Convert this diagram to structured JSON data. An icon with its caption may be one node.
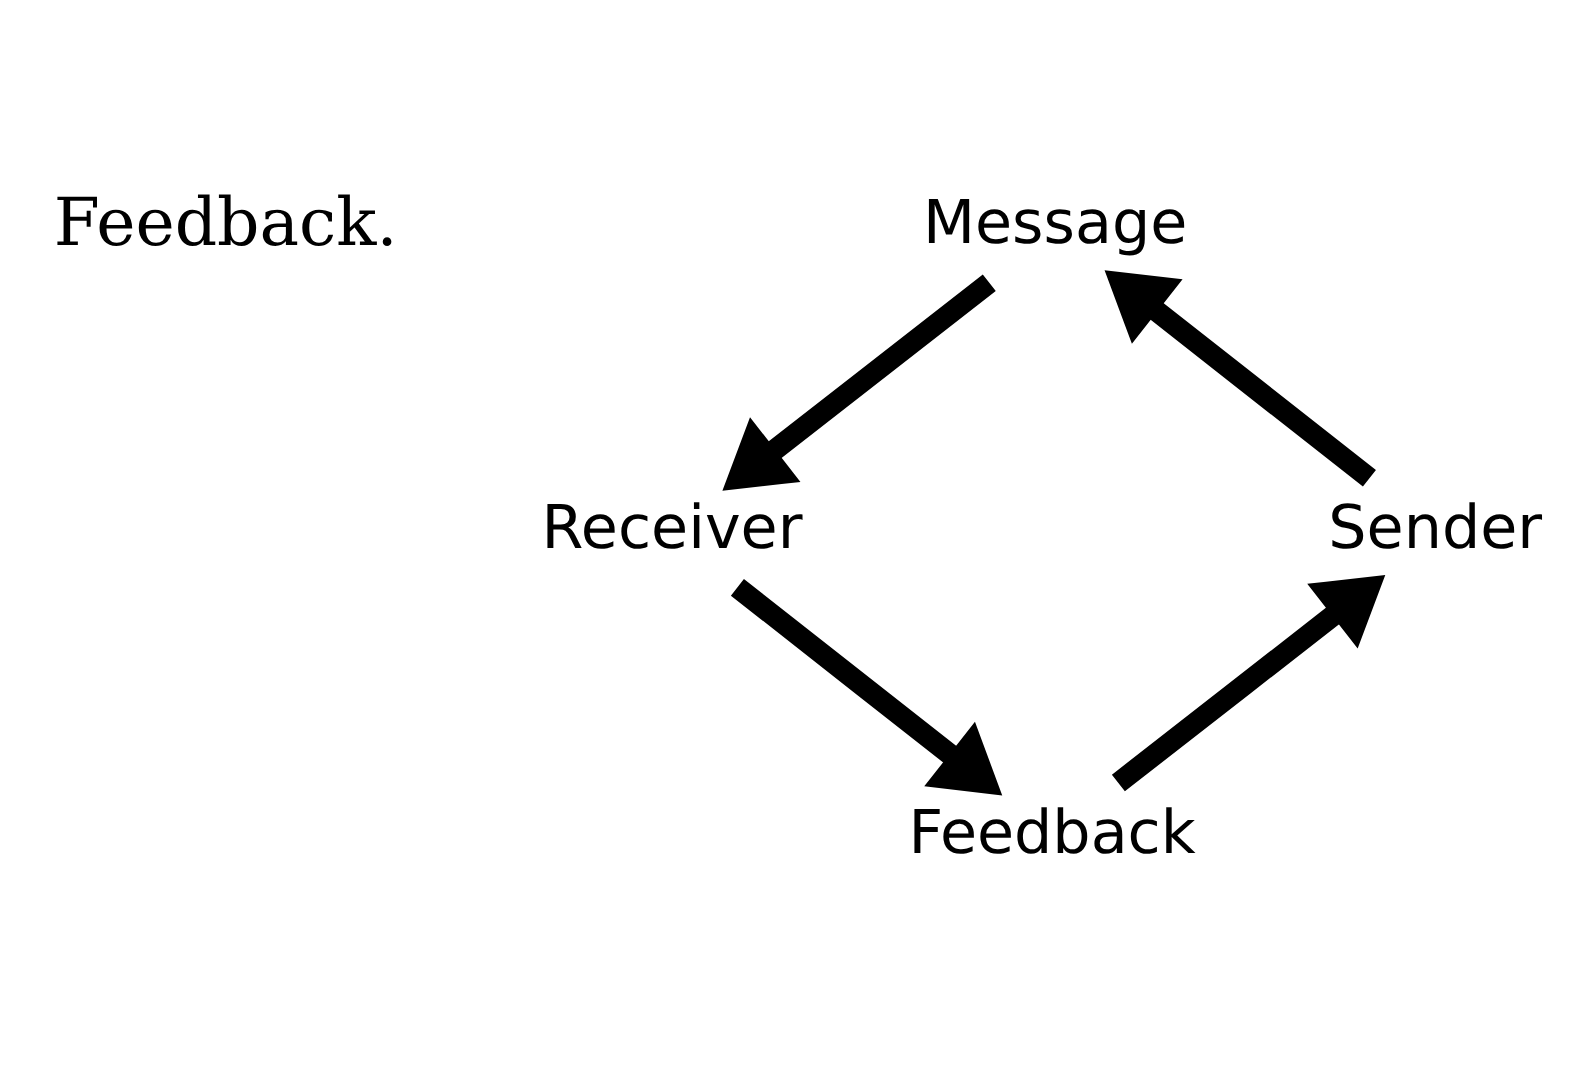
{
  "diagram": {
    "nodes": [
      {
        "text": [
          "Message"
        ]
      },
      {
        "text": [
          "Receiver"
        ]
      },
      {
        "text": [
          "Feedback"
        ]
      },
      {
        "text": [
          "Sender"
        ]
      }
    ],
    "edges": [
      {
        "from": 3,
        "to": 0,
        "arrow": "to"
      },
      {
        "from": 0,
        "to": 1,
        "arrow": "to"
      },
      {
        "from": 1,
        "to": 2,
        "arrow": "to"
      },
      {
        "from": 2,
        "to": 3,
        "arrow": "to"
      }
    ],
    "labels": [
      "Feedback."
    ]
  }
}
